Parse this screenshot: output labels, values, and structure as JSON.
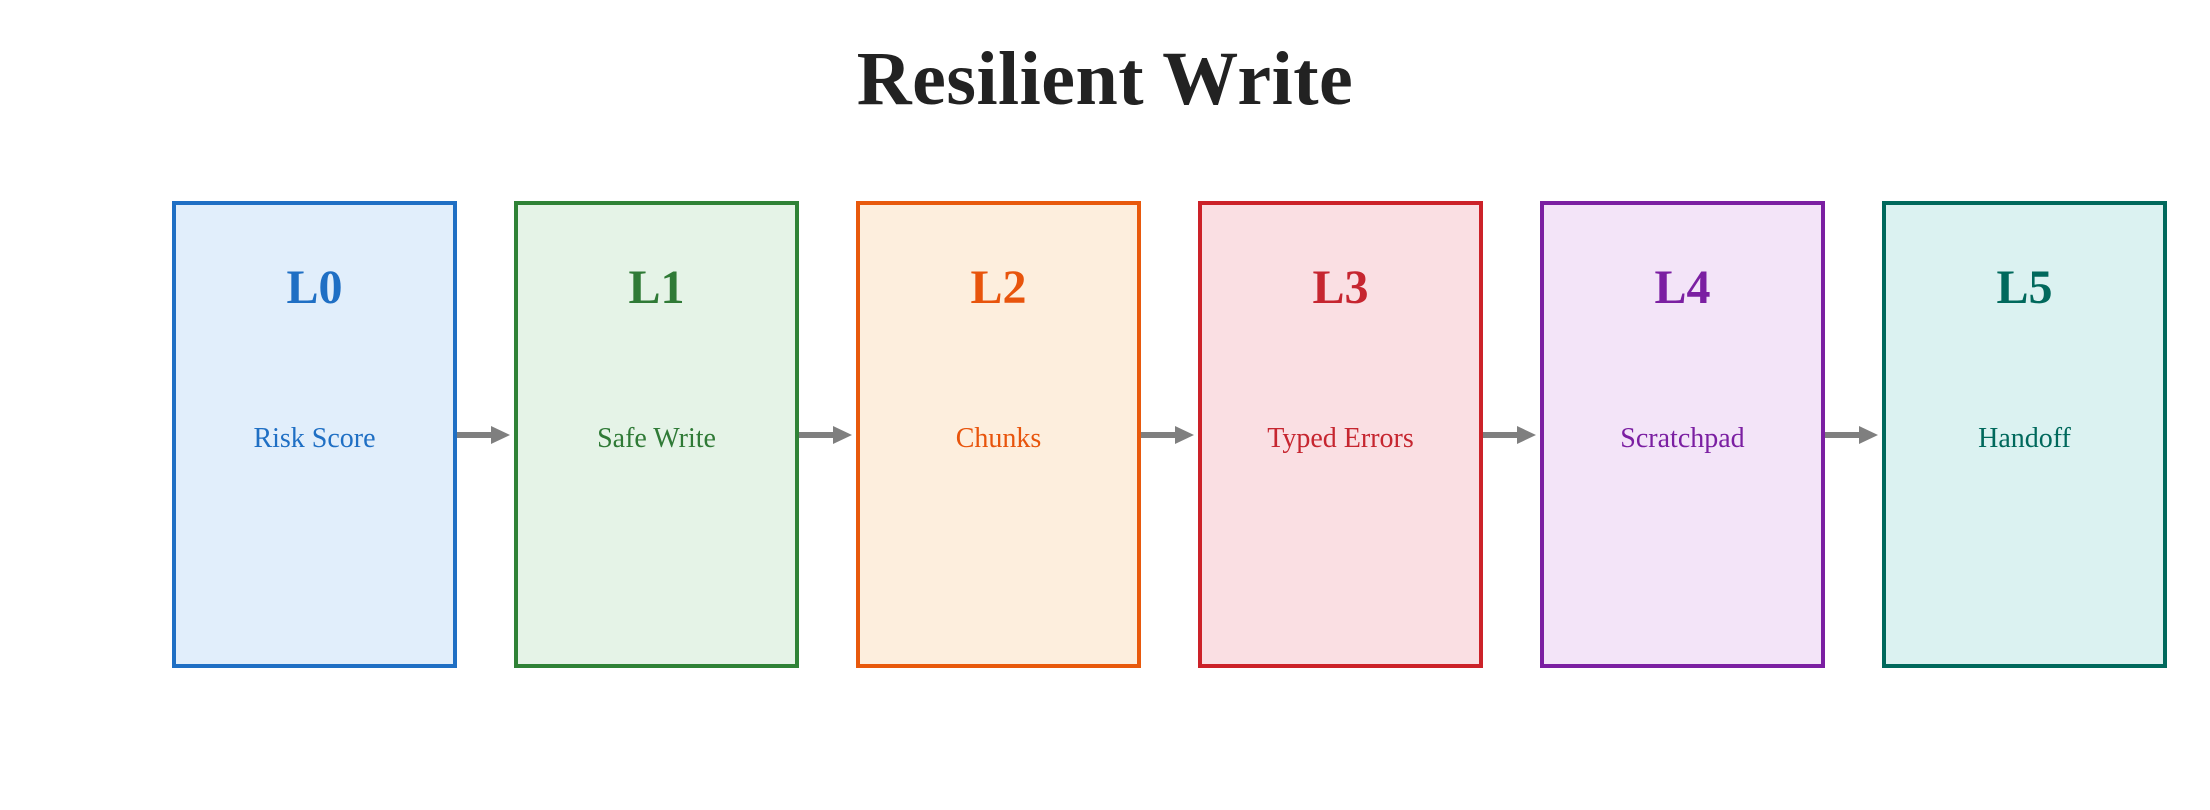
{
  "title": "Resilient Write",
  "palette": {
    "background": "#ffffff",
    "title_color": "#222222",
    "arrow_color": "#7f7f7f"
  },
  "flow": {
    "arrow_icon": "arrow-right-icon",
    "stages": [
      {
        "level": "L0",
        "caption": "Risk Score",
        "border_color": "#1f6fc4",
        "fill_color": "#e1eefb",
        "text_color": "#1f6fc4"
      },
      {
        "level": "L1",
        "caption": "Safe Write",
        "border_color": "#2f8236",
        "fill_color": "#e5f3e7",
        "text_color": "#2f7a36"
      },
      {
        "level": "L2",
        "caption": "Chunks",
        "border_color": "#e8590c",
        "fill_color": "#fdeedd",
        "text_color": "#e8540c"
      },
      {
        "level": "L3",
        "caption": "Typed Errors",
        "border_color": "#cc2229",
        "fill_color": "#fade1f",
        "text_color": "#c62630"
      },
      {
        "level": "L4",
        "caption": "Scratchpad",
        "border_color": "#7b1fa2",
        "fill_color": "#f3e4f8",
        "text_color": "#7b1fa2"
      },
      {
        "level": "L5",
        "caption": "Handoff",
        "border_color": "#00695c",
        "fill_color": "#dbf2f1",
        "text_color": "#00695c"
      }
    ]
  }
}
